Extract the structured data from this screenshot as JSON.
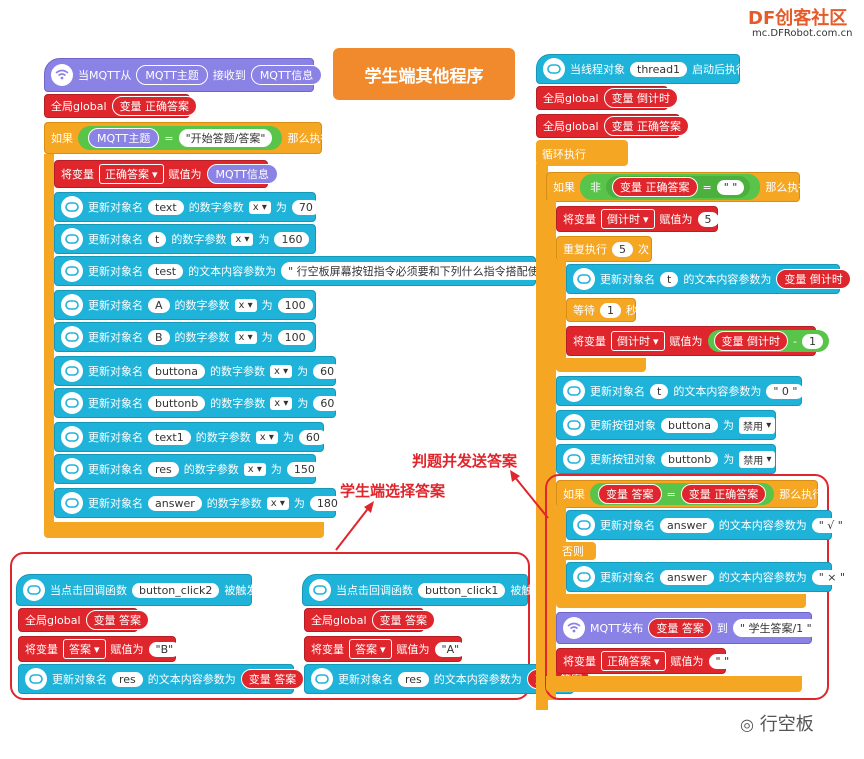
{
  "logo": {
    "brand": "DF创客社区",
    "url": "mc.DFRobot.com.cn"
  },
  "title": "学生端其他程序",
  "annotations": {
    "student_select": "学生端选择答案",
    "judge_send": "判题并发送答案"
  },
  "watermark": "行空板",
  "left": {
    "hat": {
      "label": "当MQTT从",
      "topic": "MQTT主题",
      "recv": "接收到",
      "msg": "MQTT信息",
      "icon_label": "MQTT"
    },
    "global_var": {
      "prefix": "全局global",
      "var": "变量 正确答案"
    },
    "if": {
      "label": "如果",
      "lhs": "MQTT主题",
      "op": "=",
      "rhs": "\"开始答题/答案\"",
      "then": "那么执行"
    },
    "set_var": {
      "label": "将变量",
      "var": "正确答案",
      "assign": "赋值为",
      "value": "MQTT信息"
    },
    "updates": [
      {
        "prefix": "更新对象名",
        "obj": "text",
        "kind": "的数字参数",
        "param": "x",
        "to": "为",
        "value": "70"
      },
      {
        "prefix": "更新对象名",
        "obj": "t",
        "kind": "的数字参数",
        "param": "x",
        "to": "为",
        "value": "160"
      },
      {
        "prefix": "更新对象名",
        "obj": "test",
        "kind": "的文本内容参数为",
        "param": "",
        "to": "",
        "value": "\" 行空板屏幕按钮指令必须要和下列什么指令搭配使用? \""
      },
      {
        "prefix": "更新对象名",
        "obj": "A",
        "kind": "的数字参数",
        "param": "x",
        "to": "为",
        "value": "100"
      },
      {
        "prefix": "更新对象名",
        "obj": "B",
        "kind": "的数字参数",
        "param": "x",
        "to": "为",
        "value": "100"
      },
      {
        "prefix": "更新对象名",
        "obj": "buttona",
        "kind": "的数字参数",
        "param": "x",
        "to": "为",
        "value": "60"
      },
      {
        "prefix": "更新对象名",
        "obj": "buttonb",
        "kind": "的数字参数",
        "param": "x",
        "to": "为",
        "value": "60"
      },
      {
        "prefix": "更新对象名",
        "obj": "text1",
        "kind": "的数字参数",
        "param": "x",
        "to": "为",
        "value": "60"
      },
      {
        "prefix": "更新对象名",
        "obj": "res",
        "kind": "的数字参数",
        "param": "x",
        "to": "为",
        "value": "150"
      },
      {
        "prefix": "更新对象名",
        "obj": "answer",
        "kind": "的数字参数",
        "param": "x",
        "to": "为",
        "value": "180"
      }
    ]
  },
  "callbacks": [
    {
      "hat": "当点击回调函数",
      "fn": "button_click2",
      "trig": "被触发",
      "global_prefix": "全局global",
      "global_var": "变量 答案",
      "set_label": "将变量",
      "set_var": "答案",
      "assign": "赋值为",
      "value": "\"B\"",
      "upd_prefix": "更新对象名",
      "upd_obj": "res",
      "upd_kind": "的文本内容参数为",
      "upd_value": "变量 答案"
    },
    {
      "hat": "当点击回调函数",
      "fn": "button_click1",
      "trig": "被触发",
      "global_prefix": "全局global",
      "global_var": "变量 答案",
      "set_label": "将变量",
      "set_var": "答案",
      "assign": "赋值为",
      "value": "\"A\"",
      "upd_prefix": "更新对象名",
      "upd_obj": "res",
      "upd_kind": "的文本内容参数为",
      "upd_value": "变量 答案"
    }
  ],
  "right": {
    "hat": {
      "label": "当线程对象",
      "thread": "thread1",
      "after": "启动后执行"
    },
    "globals": [
      {
        "prefix": "全局global",
        "var": "变量 倒计时"
      },
      {
        "prefix": "全局global",
        "var": "变量 正确答案"
      }
    ],
    "loop": "循环执行",
    "if1": {
      "label": "如果",
      "not": "非",
      "var": "变量 正确答案",
      "op": "=",
      "rhs": "\" \"",
      "then": "那么执行"
    },
    "set_countdown": {
      "label": "将变量",
      "var": "倒计时",
      "assign": "赋值为",
      "value": "5"
    },
    "repeat": {
      "label": "重复执行",
      "count": "5",
      "suffix": "次"
    },
    "upd_t": {
      "prefix": "更新对象名",
      "obj": "t",
      "kind": "的文本内容参数为",
      "value": "变量 倒计时"
    },
    "wait": {
      "label": "等待",
      "value": "1",
      "unit": "秒"
    },
    "dec": {
      "label": "将变量",
      "var": "倒计时",
      "assign": "赋值为",
      "lhs": "变量 倒计时",
      "op": "-",
      "rhs": "1"
    },
    "upd_t0": {
      "prefix": "更新对象名",
      "obj": "t",
      "kind": "的文本内容参数为",
      "value": "\" 0 \""
    },
    "btn_a": {
      "prefix": "更新按钮对象",
      "obj": "buttona",
      "to": "为",
      "state": "禁用"
    },
    "btn_b": {
      "prefix": "更新按钮对象",
      "obj": "buttonb",
      "to": "为",
      "state": "禁用"
    },
    "if2": {
      "label": "如果",
      "lhs": "变量 答案",
      "op": "=",
      "rhs": "变量 正确答案",
      "then": "那么执行"
    },
    "upd_ok": {
      "prefix": "更新对象名",
      "obj": "answer",
      "kind": "的文本内容参数为",
      "value": "\" √ \""
    },
    "else": "否则",
    "upd_bad": {
      "prefix": "更新对象名",
      "obj": "answer",
      "kind": "的文本内容参数为",
      "value": "\" × \""
    },
    "mqtt_pub": {
      "label": "MQTT发布",
      "var": "变量 答案",
      "to": "到",
      "topic": "\" 学生答案/1 \"",
      "icon_label": "MQTT"
    },
    "reset": {
      "label": "将变量",
      "var": "正确答案",
      "assign": "赋值为",
      "value": "\" \""
    }
  },
  "colors": {
    "cyan": "#1fb3d9",
    "red": "#e0262d",
    "orange": "#f5a623",
    "purple": "#8b82e6",
    "green": "#59c44a",
    "title": "#f08a2c"
  }
}
